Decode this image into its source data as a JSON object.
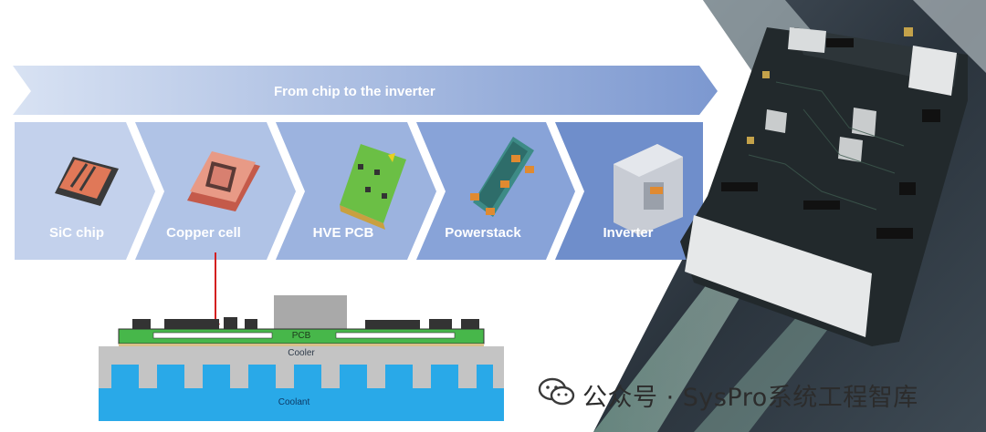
{
  "banner": {
    "label": "From chip to the inverter"
  },
  "stages": [
    {
      "label": "SiC chip"
    },
    {
      "label": "Copper cell"
    },
    {
      "label": "HVE PCB"
    },
    {
      "label": "Powerstack"
    },
    {
      "label": "Inverter"
    }
  ],
  "cross_section": {
    "pcb_label": "PCB",
    "cooler_label": "Cooler",
    "coolant_label": "Coolant"
  },
  "watermark": {
    "text": "公众号 · SysPro系统工程智库"
  },
  "colors": {
    "banner": "#8ea8d8",
    "stage_1": "#c3d1ec",
    "stage_2": "#b0c3e6",
    "stage_3": "#9cb3df",
    "stage_4": "#88a3d8",
    "stage_5": "#6f8ecb",
    "pcb_green": "#47b74a",
    "coolant_blue": "#29a9e8",
    "arrow_red": "#d42020"
  }
}
